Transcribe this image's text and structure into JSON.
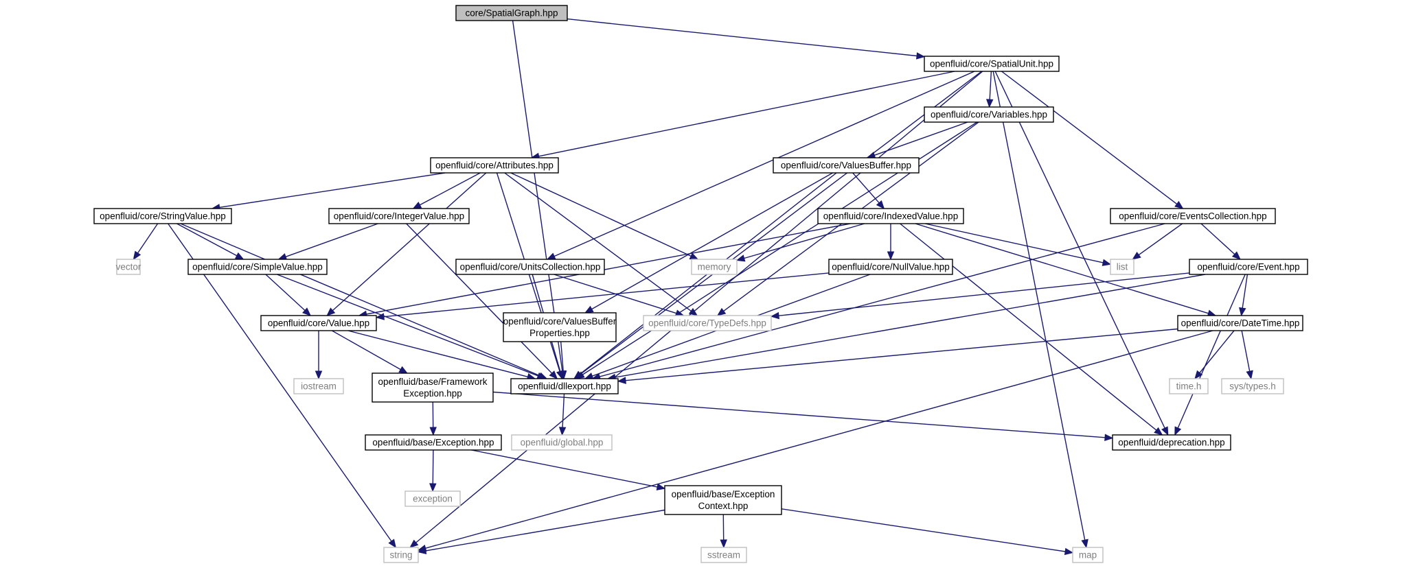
{
  "graph": {
    "nodes": [
      {
        "id": "spatialgraph",
        "kind": "root",
        "lines": [
          "core/SpatialGraph.hpp"
        ]
      },
      {
        "id": "spatialunit",
        "kind": "local",
        "lines": [
          "openfluid/core/SpatialUnit.hpp"
        ]
      },
      {
        "id": "variables",
        "kind": "local",
        "lines": [
          "openfluid/core/Variables.hpp"
        ]
      },
      {
        "id": "attributes",
        "kind": "local",
        "lines": [
          "openfluid/core/Attributes.hpp"
        ]
      },
      {
        "id": "valuesbuffer",
        "kind": "local",
        "lines": [
          "openfluid/core/ValuesBuffer.hpp"
        ]
      },
      {
        "id": "stringvalue",
        "kind": "local",
        "lines": [
          "openfluid/core/StringValue.hpp"
        ]
      },
      {
        "id": "integervalue",
        "kind": "local",
        "lines": [
          "openfluid/core/IntegerValue.hpp"
        ]
      },
      {
        "id": "indexedvalue",
        "kind": "local",
        "lines": [
          "openfluid/core/IndexedValue.hpp"
        ]
      },
      {
        "id": "eventscollection",
        "kind": "local",
        "lines": [
          "openfluid/core/EventsCollection.hpp"
        ]
      },
      {
        "id": "vector",
        "kind": "external",
        "lines": [
          "vector"
        ]
      },
      {
        "id": "simplevalue",
        "kind": "local",
        "lines": [
          "openfluid/core/SimpleValue.hpp"
        ]
      },
      {
        "id": "unitscollection",
        "kind": "local",
        "lines": [
          "openfluid/core/UnitsCollection.hpp"
        ]
      },
      {
        "id": "memory",
        "kind": "external",
        "lines": [
          "memory"
        ]
      },
      {
        "id": "nullvalue",
        "kind": "local",
        "lines": [
          "openfluid/core/NullValue.hpp"
        ]
      },
      {
        "id": "list",
        "kind": "external",
        "lines": [
          "list"
        ]
      },
      {
        "id": "event",
        "kind": "local",
        "lines": [
          "openfluid/core/Event.hpp"
        ]
      },
      {
        "id": "value",
        "kind": "local",
        "lines": [
          "openfluid/core/Value.hpp"
        ]
      },
      {
        "id": "vbprops",
        "kind": "local",
        "lines": [
          "openfluid/core/ValuesBuffer",
          "Properties.hpp"
        ]
      },
      {
        "id": "typedefs",
        "kind": "external",
        "lines": [
          "openfluid/core/TypeDefs.hpp"
        ]
      },
      {
        "id": "datetime",
        "kind": "local",
        "lines": [
          "openfluid/core/DateTime.hpp"
        ]
      },
      {
        "id": "iostream",
        "kind": "external",
        "lines": [
          "iostream"
        ]
      },
      {
        "id": "frameworkexc",
        "kind": "local",
        "lines": [
          "openfluid/base/Framework",
          "Exception.hpp"
        ]
      },
      {
        "id": "dllexport",
        "kind": "local",
        "lines": [
          "openfluid/dllexport.hpp"
        ]
      },
      {
        "id": "timeh",
        "kind": "external",
        "lines": [
          "time.h"
        ]
      },
      {
        "id": "systypes",
        "kind": "external",
        "lines": [
          "sys/types.h"
        ]
      },
      {
        "id": "global",
        "kind": "external",
        "lines": [
          "openfluid/global.hpp"
        ]
      },
      {
        "id": "exception",
        "kind": "local",
        "lines": [
          "openfluid/base/Exception.hpp"
        ]
      },
      {
        "id": "deprecation",
        "kind": "local",
        "lines": [
          "openfluid/deprecation.hpp"
        ]
      },
      {
        "id": "stdexception",
        "kind": "external",
        "lines": [
          "exception"
        ]
      },
      {
        "id": "exccontext",
        "kind": "local",
        "lines": [
          "openfluid/base/Exception",
          "Context.hpp"
        ]
      },
      {
        "id": "string",
        "kind": "external",
        "lines": [
          "string"
        ]
      },
      {
        "id": "sstream",
        "kind": "external",
        "lines": [
          "sstream"
        ]
      },
      {
        "id": "map",
        "kind": "external",
        "lines": [
          "map"
        ]
      }
    ],
    "edges": [
      [
        "spatialgraph",
        "spatialunit"
      ],
      [
        "spatialgraph",
        "dllexport"
      ],
      [
        "spatialunit",
        "variables"
      ],
      [
        "spatialunit",
        "attributes"
      ],
      [
        "spatialunit",
        "unitscollection"
      ],
      [
        "spatialunit",
        "eventscollection"
      ],
      [
        "spatialunit",
        "string"
      ],
      [
        "spatialunit",
        "map"
      ],
      [
        "spatialunit",
        "dllexport"
      ],
      [
        "spatialunit",
        "deprecation"
      ],
      [
        "variables",
        "valuesbuffer"
      ],
      [
        "variables",
        "typedefs"
      ],
      [
        "variables",
        "dllexport"
      ],
      [
        "attributes",
        "stringvalue"
      ],
      [
        "attributes",
        "integervalue"
      ],
      [
        "attributes",
        "value"
      ],
      [
        "attributes",
        "memory"
      ],
      [
        "attributes",
        "typedefs"
      ],
      [
        "attributes",
        "dllexport"
      ],
      [
        "valuesbuffer",
        "indexedvalue"
      ],
      [
        "valuesbuffer",
        "vbprops"
      ],
      [
        "valuesbuffer",
        "dllexport"
      ],
      [
        "stringvalue",
        "vector"
      ],
      [
        "stringvalue",
        "simplevalue"
      ],
      [
        "stringvalue",
        "string"
      ],
      [
        "stringvalue",
        "dllexport"
      ],
      [
        "integervalue",
        "simplevalue"
      ],
      [
        "integervalue",
        "dllexport"
      ],
      [
        "indexedvalue",
        "memory"
      ],
      [
        "indexedvalue",
        "list"
      ],
      [
        "indexedvalue",
        "nullvalue"
      ],
      [
        "indexedvalue",
        "value"
      ],
      [
        "indexedvalue",
        "datetime"
      ],
      [
        "indexedvalue",
        "deprecation"
      ],
      [
        "eventscollection",
        "list"
      ],
      [
        "eventscollection",
        "event"
      ],
      [
        "eventscollection",
        "dllexport"
      ],
      [
        "simplevalue",
        "value"
      ],
      [
        "simplevalue",
        "dllexport"
      ],
      [
        "unitscollection",
        "typedefs"
      ],
      [
        "unitscollection",
        "dllexport"
      ],
      [
        "nullvalue",
        "value"
      ],
      [
        "nullvalue",
        "dllexport"
      ],
      [
        "event",
        "datetime"
      ],
      [
        "event",
        "typedefs"
      ],
      [
        "event",
        "dllexport"
      ],
      [
        "event",
        "deprecation"
      ],
      [
        "value",
        "iostream"
      ],
      [
        "value",
        "frameworkexc"
      ],
      [
        "value",
        "dllexport"
      ],
      [
        "vbprops",
        "dllexport"
      ],
      [
        "datetime",
        "timeh"
      ],
      [
        "datetime",
        "systypes"
      ],
      [
        "datetime",
        "string"
      ],
      [
        "datetime",
        "dllexport"
      ],
      [
        "frameworkexc",
        "exception"
      ],
      [
        "frameworkexc",
        "deprecation"
      ],
      [
        "dllexport",
        "global"
      ],
      [
        "exception",
        "stdexception"
      ],
      [
        "exception",
        "exccontext"
      ],
      [
        "exccontext",
        "string"
      ],
      [
        "exccontext",
        "sstream"
      ],
      [
        "exccontext",
        "map"
      ]
    ]
  }
}
